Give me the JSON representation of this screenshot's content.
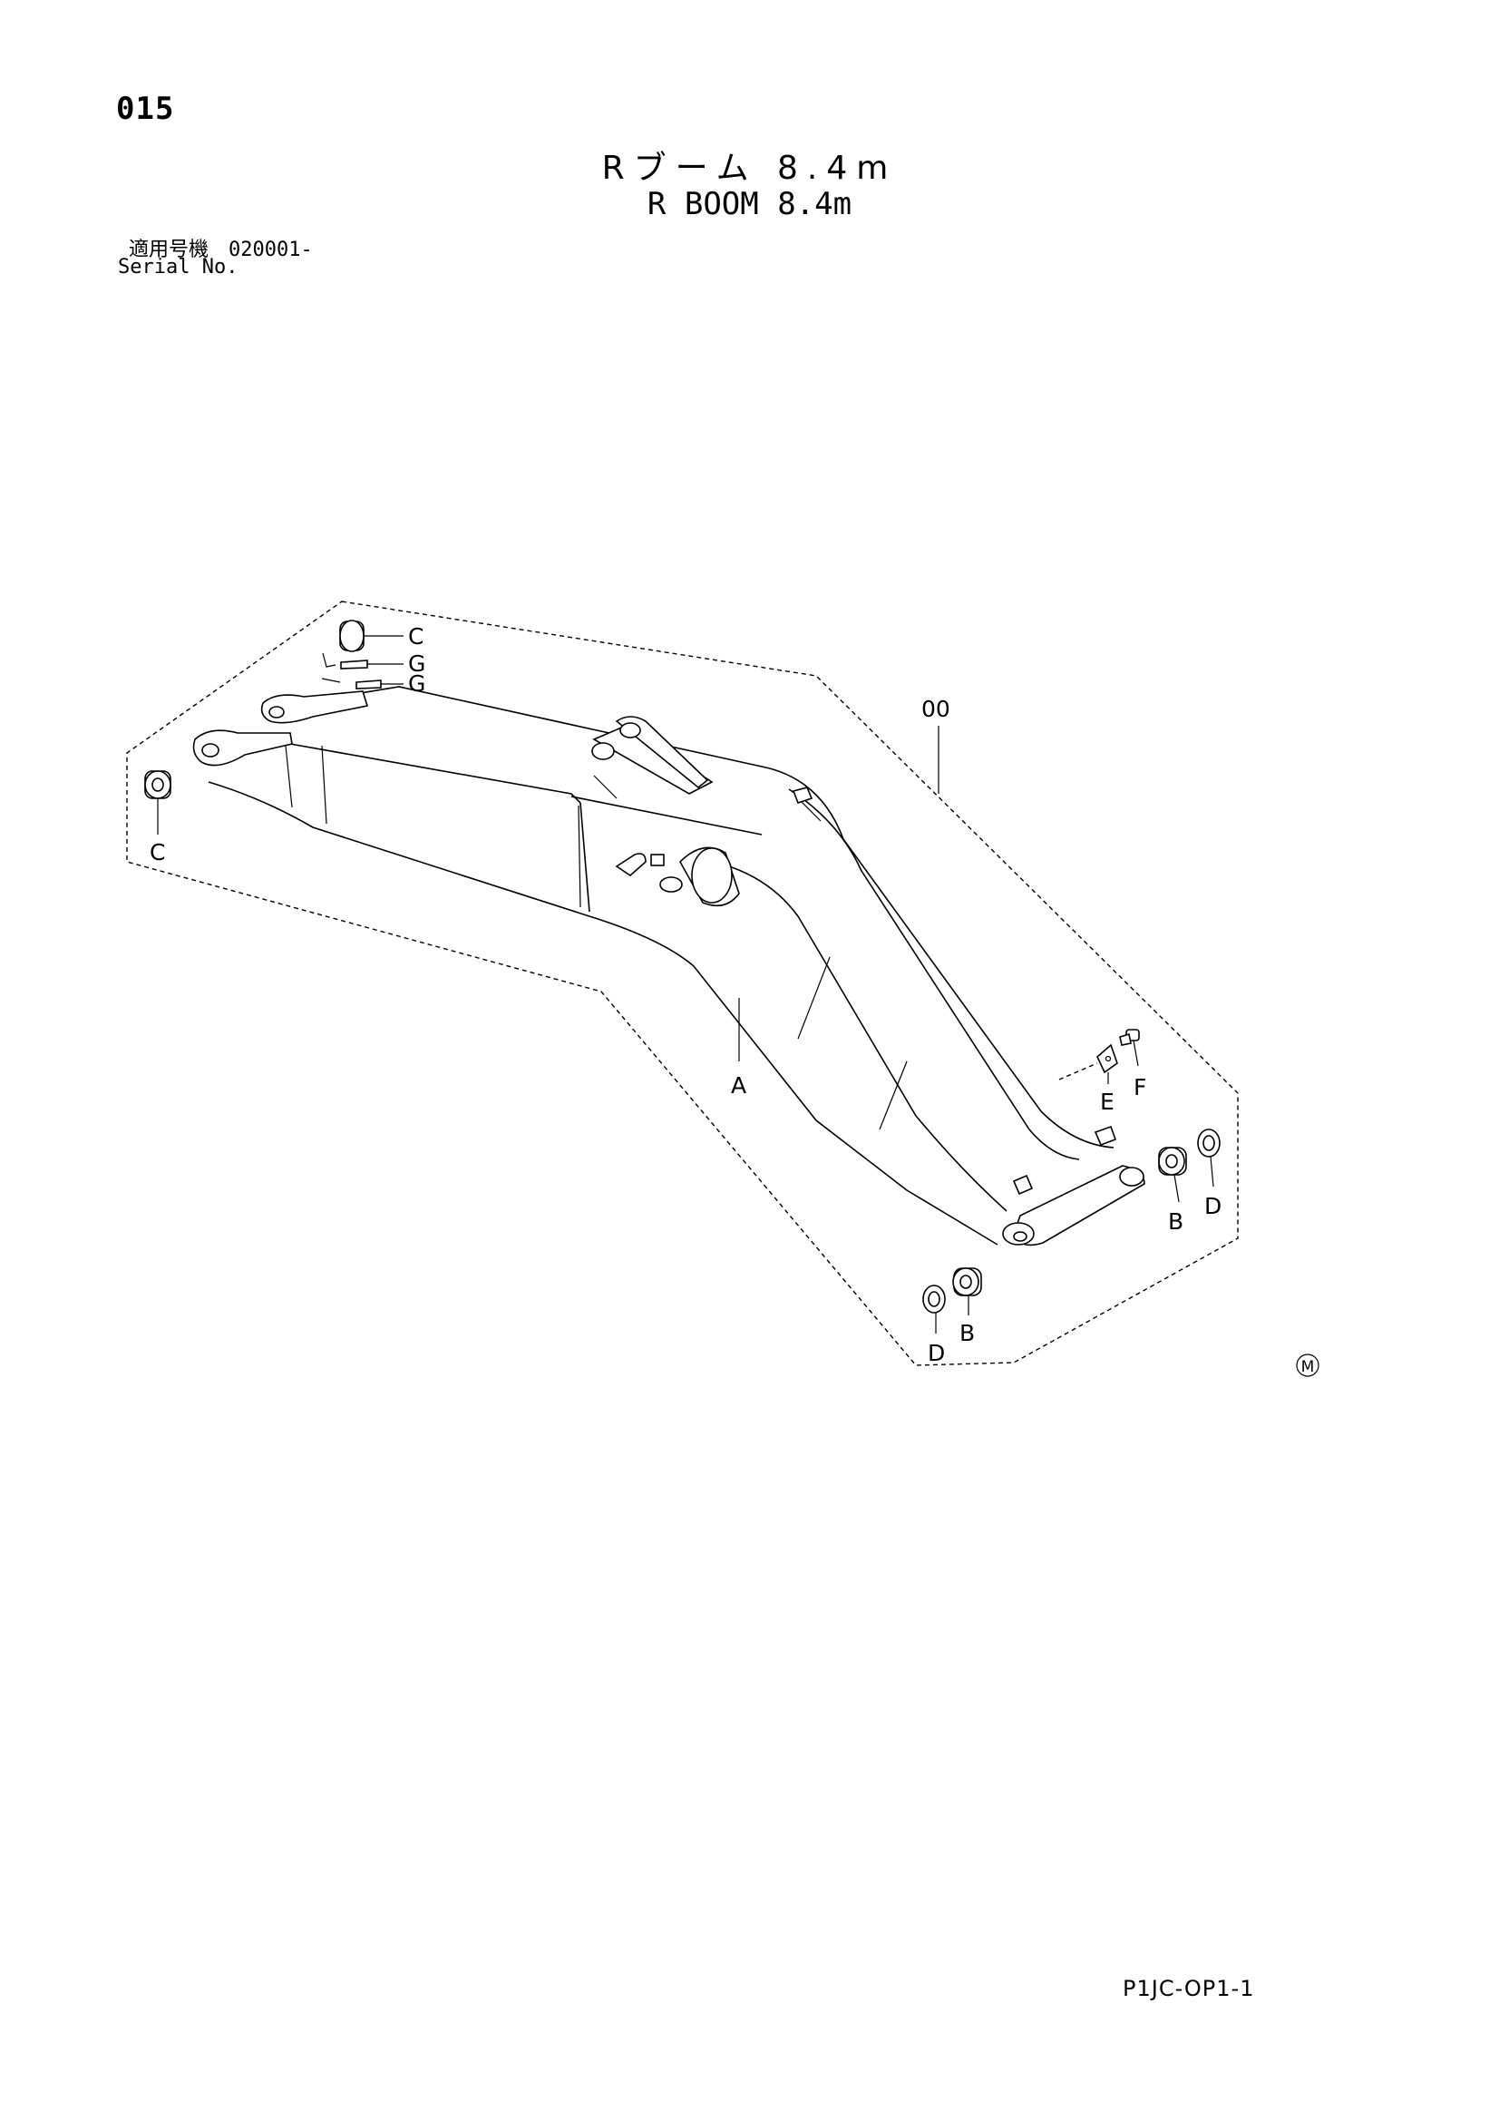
{
  "header": {
    "page_number": "015",
    "title_jp": "Rブーム 8.4m",
    "title_en": "R BOOM 8.4m",
    "serial_label_jp": "適用号機",
    "serial_value": "020001-",
    "serial_label_en": "Serial No."
  },
  "callouts": {
    "assembly": "00",
    "a": "A",
    "b_lower": "B",
    "b_right": "B",
    "c_top": "C",
    "c_left": "C",
    "d_lower": "D",
    "d_right": "D",
    "e": "E",
    "f": "F",
    "g_upper": "G",
    "g_lower": "G"
  },
  "marks": {
    "circle_m": "M"
  },
  "footer": {
    "doc_code": "P1JC-OP1-1"
  }
}
